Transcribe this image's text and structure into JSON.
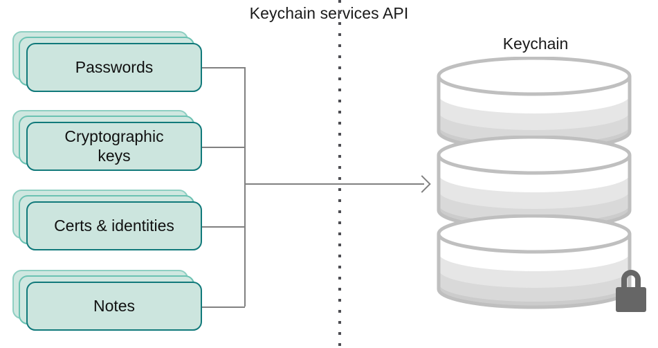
{
  "diagram": {
    "api_label": "Keychain services API",
    "store_label": "Keychain",
    "items": [
      {
        "label": "Passwords"
      },
      {
        "label": "Cryptographic keys"
      },
      {
        "label": "Certs & identities"
      },
      {
        "label": "Notes"
      }
    ],
    "lock_icon": "padlock-icon",
    "store_icon": "database-cylinder-icon",
    "arrow_icon": "arrow-right-icon",
    "divider_icon": "dotted-vertical-divider",
    "colors": {
      "card_fill": "#cce5de",
      "card_border": "#10797a",
      "card_back_border": "#8ecfc2",
      "connector": "#808080",
      "cylinder_outline": "#bfbfbf",
      "cylinder_band_light": "#e6e6e6",
      "cylinder_band_mid": "#d9d9d9",
      "cylinder_band_dark": "#cccccc",
      "lock": "#666666",
      "divider": "#4d4d52",
      "text": "#111111"
    }
  }
}
